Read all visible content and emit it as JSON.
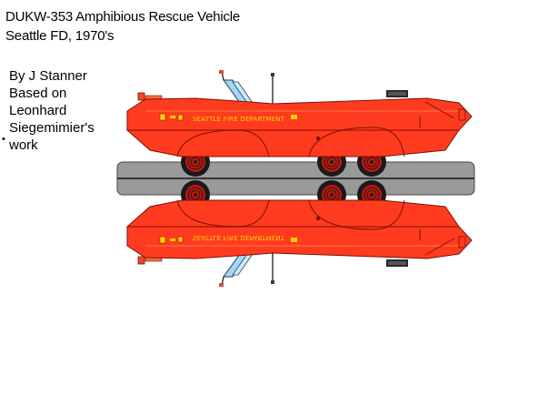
{
  "title": {
    "line1": "DUKW-353 Amphibious Rescue Vehicle",
    "line2": "Seattle FD, 1970's"
  },
  "credits": {
    "line1": "By J Stanner",
    "line2": "Based on",
    "line3": "Leonhard",
    "line4": "Siegemimier's",
    "line5": "work"
  },
  "vehicle": {
    "door_lettering": "SEATTLE FIRE DEPARTMENT",
    "colors": {
      "body": "#ff3b1f",
      "outline": "#7a1208",
      "windshield": "#9fd7ff",
      "tire": "#1a1a1a",
      "rim": "#c4160c",
      "lettering": "#ffd200",
      "ground_bar": "#9a9a9a"
    }
  }
}
